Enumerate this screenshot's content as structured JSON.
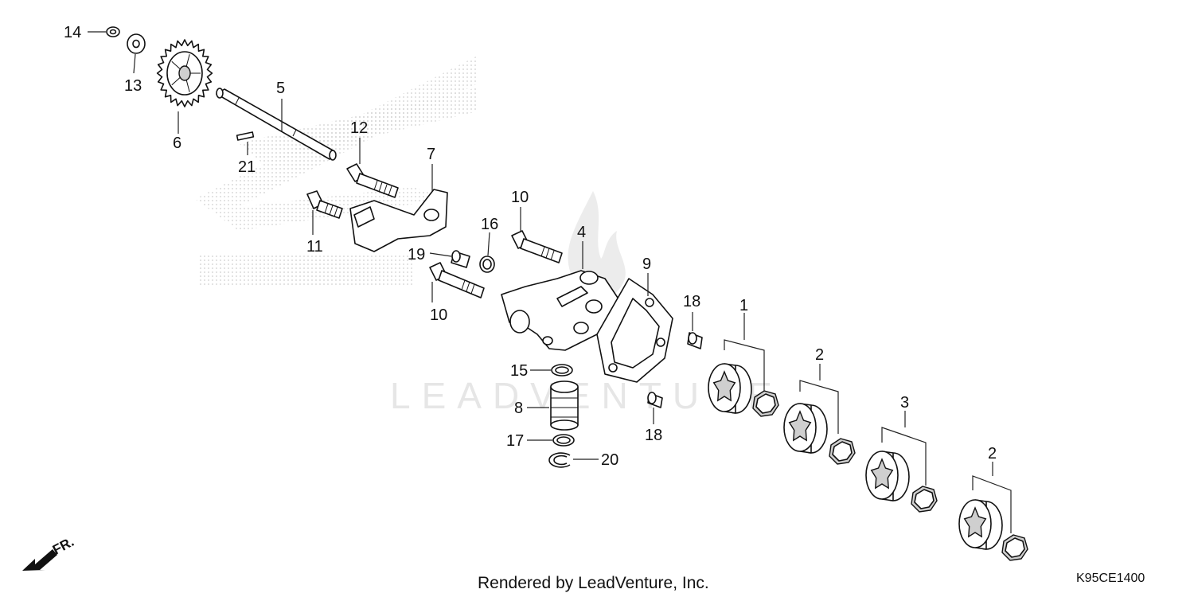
{
  "labels": {
    "p1": "1",
    "p2a": "2",
    "p2b": "2",
    "p3": "3",
    "p4": "4",
    "p5": "5",
    "p6": "6",
    "p7": "7",
    "p8": "8",
    "p9": "9",
    "p10a": "10",
    "p10b": "10",
    "p11": "11",
    "p12": "12",
    "p13": "13",
    "p14": "14",
    "p15": "15",
    "p16": "16",
    "p17": "17",
    "p18a": "18",
    "p18b": "18",
    "p19": "19",
    "p20": "20",
    "p21": "21"
  },
  "footer": "Rendered by LeadVenture, Inc.",
  "diagram_code": "K95CE1400",
  "front_marker": "FR.",
  "watermark": "LEADVENTURE",
  "colors": {
    "line": "#111111",
    "watermark": "#e4e4e4",
    "dots": "#d0d0d0"
  }
}
